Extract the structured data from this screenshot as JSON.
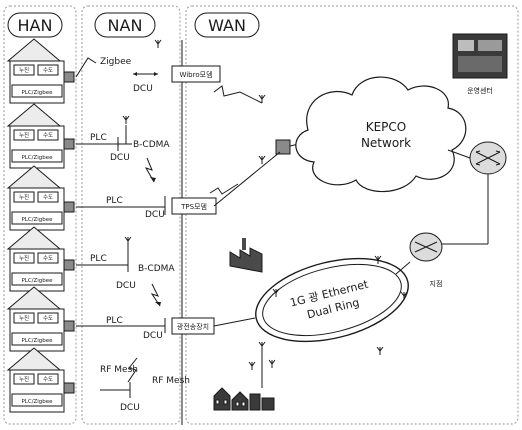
{
  "columns": {
    "han": "HAN",
    "nan": "NAN",
    "wan": "WAN"
  },
  "houses": [
    {
      "left": "누진",
      "right": "수도",
      "bottom": "PLC/Zigbee"
    },
    {
      "left": "누진",
      "right": "수도",
      "bottom": "PLC/Zigbee"
    },
    {
      "left": "누진",
      "right": "수도",
      "bottom": "PLC/Zigbee"
    },
    {
      "left": "누진",
      "right": "수도",
      "bottom": "PLC/Zigbee"
    },
    {
      "left": "누진",
      "right": "수도",
      "bottom": "PLC/Zigbee"
    },
    {
      "left": "누진",
      "right": "수도",
      "bottom": "PLC/Zigbee"
    }
  ],
  "nan": {
    "zigbee": "Zigbee",
    "plc": "PLC",
    "bcdma": "B-CDMA",
    "dcu": "DCU",
    "rf_mesh_left": "RF Mesh",
    "rf_mesh_right": "RF Mesh"
  },
  "wan": {
    "wibro": "Wibro모뎀",
    "tps": "TPS모뎀",
    "optical": "광전송장치",
    "kepco_line1": "KEPCO",
    "kepco_line2": "Network",
    "ring_line1": "1G 광 Ethernet",
    "ring_line2": "Dual Ring",
    "operation_center": "운영센터",
    "branch": "지점"
  },
  "colors": {
    "line": "#1a1a1a",
    "dashed": "#9a9a9a",
    "fill": "#dcdcdc"
  }
}
